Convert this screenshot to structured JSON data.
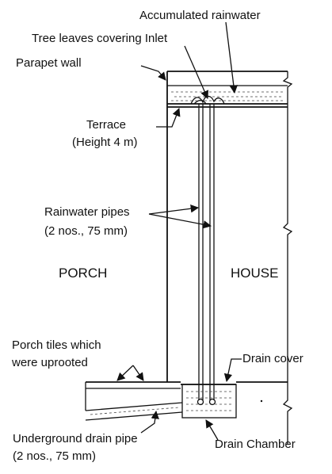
{
  "labels": {
    "accumulated_rainwater": "Accumulated rainwater",
    "tree_leaves": "Tree leaves covering Inlet",
    "parapet_wall": "Parapet wall",
    "terrace_line1": "Terrace",
    "terrace_line2": "(Height 4 m)",
    "rainwater_pipes_line1": "Rainwater pipes",
    "rainwater_pipes_line2": "(2 nos., 75 mm)",
    "porch": "PORCH",
    "house": "HOUSE",
    "porch_tiles_line1": "Porch tiles which",
    "porch_tiles_line2": "were uprooted",
    "drain_cover": "Drain cover",
    "underground_pipe_line1": "Underground drain pipe",
    "underground_pipe_line2": "(2 nos., 75 mm)",
    "drain_chamber": "Drain Chamber"
  }
}
